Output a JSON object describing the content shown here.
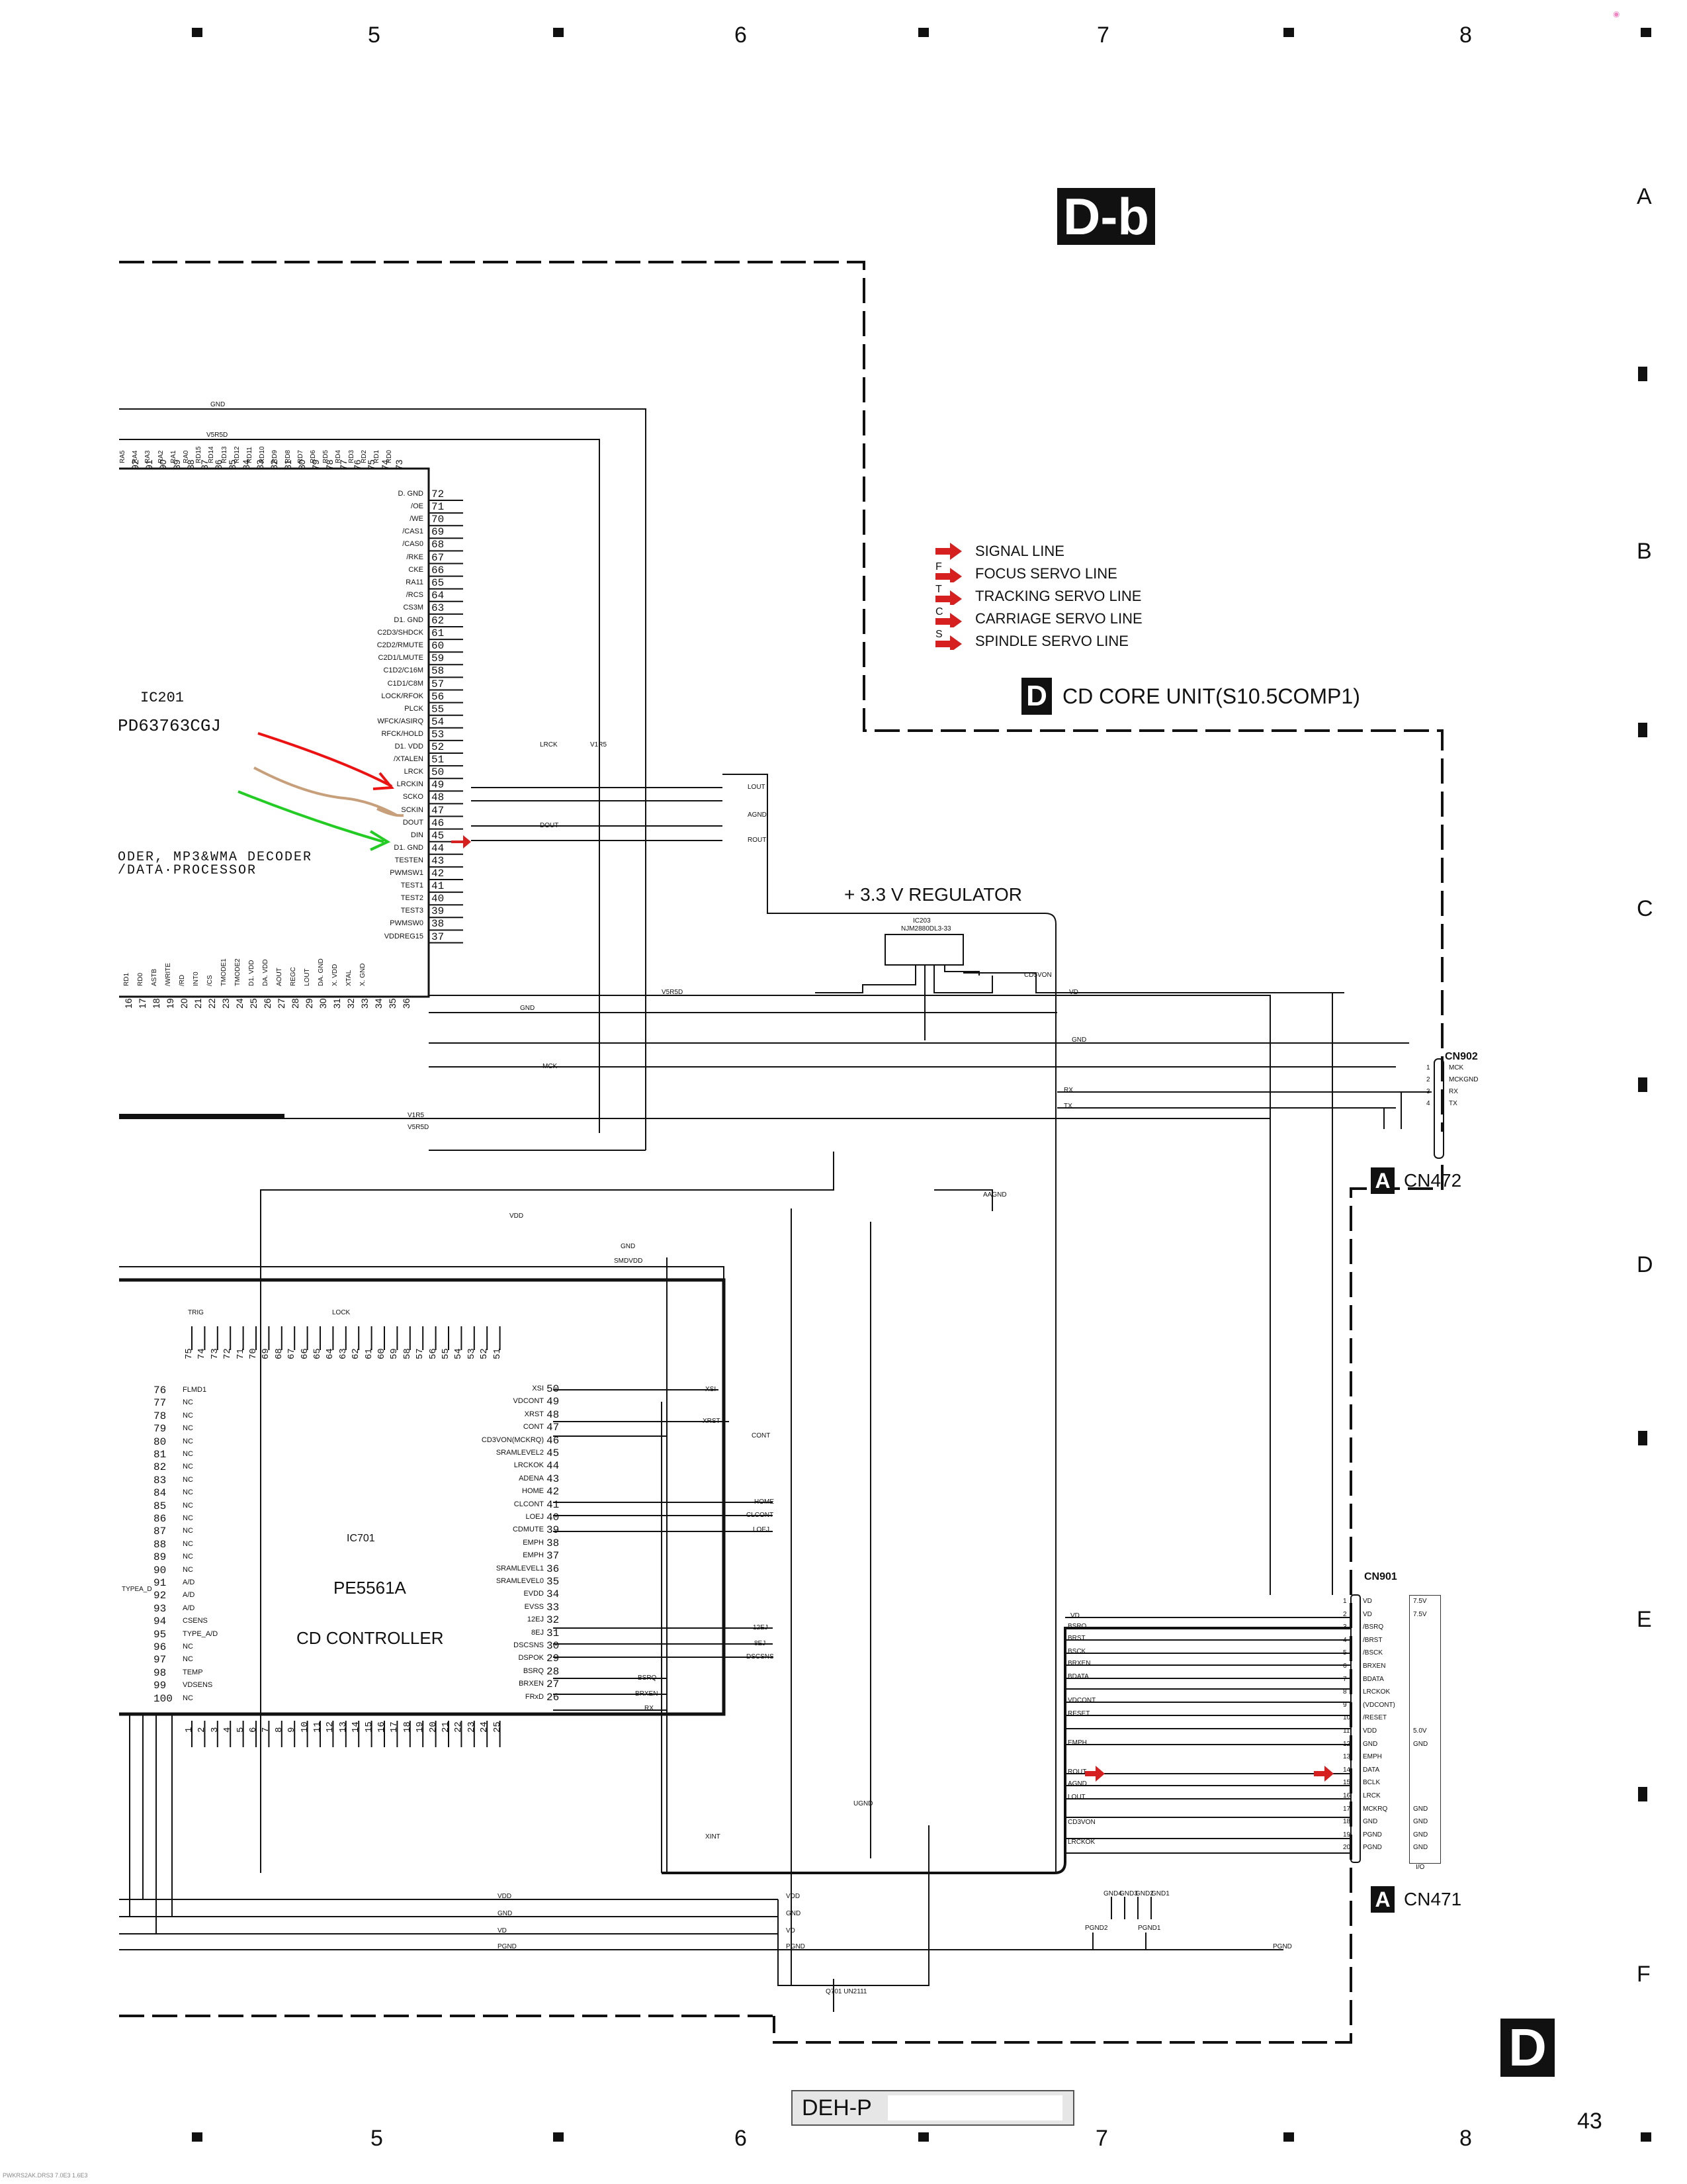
{
  "header": {
    "column_numbers": [
      "5",
      "6",
      "7",
      "8"
    ],
    "row_letters": [
      "A",
      "B",
      "C",
      "D",
      "E",
      "F"
    ]
  },
  "diagram_badge": "D-b",
  "unit": {
    "letter": "D",
    "title": "CD CORE UNIT(S10.5COMP1)"
  },
  "legend": [
    {
      "letter": "",
      "text": "SIGNAL LINE",
      "color": "#d62020"
    },
    {
      "letter": "F",
      "text": "FOCUS SERVO LINE",
      "color": "#d62020"
    },
    {
      "letter": "T",
      "text": "TRACKING SERVO LINE",
      "color": "#d62020"
    },
    {
      "letter": "C",
      "text": "CARRIAGE SERVO LINE",
      "color": "#d62020"
    },
    {
      "letter": "S",
      "text": "SPINDLE SERVO LINE",
      "color": "#d62020"
    }
  ],
  "ic201": {
    "ref": "IC201",
    "part": "PD63763CGJ",
    "function1": "ODER, MP3&WMA DECODER",
    "function2": "/DATA·PROCESSOR",
    "pins_right": [
      {
        "num": "72",
        "label": "D. GND"
      },
      {
        "num": "71",
        "label": "/OE"
      },
      {
        "num": "70",
        "label": "/WE"
      },
      {
        "num": "69",
        "label": "/CAS1"
      },
      {
        "num": "68",
        "label": "/CAS0"
      },
      {
        "num": "67",
        "label": "/RKE"
      },
      {
        "num": "66",
        "label": "CKE"
      },
      {
        "num": "65",
        "label": "RA11"
      },
      {
        "num": "64",
        "label": "/RCS"
      },
      {
        "num": "63",
        "label": "CS3M"
      },
      {
        "num": "62",
        "label": "D1. GND"
      },
      {
        "num": "61",
        "label": "C2D3/SHDCK"
      },
      {
        "num": "60",
        "label": "C2D2/RMUTE"
      },
      {
        "num": "59",
        "label": "C2D1/LMUTE"
      },
      {
        "num": "58",
        "label": "C1D2/C16M"
      },
      {
        "num": "57",
        "label": "C1D1/C8M"
      },
      {
        "num": "56",
        "label": "LOCK/RFOK"
      },
      {
        "num": "55",
        "label": "PLCK"
      },
      {
        "num": "54",
        "label": "WFCK/ASIRQ"
      },
      {
        "num": "53",
        "label": "RFCK/HOLD"
      },
      {
        "num": "52",
        "label": "D1. VDD"
      },
      {
        "num": "51",
        "label": "/XTALEN"
      },
      {
        "num": "50",
        "label": "LRCK"
      },
      {
        "num": "49",
        "label": "LRCKIN"
      },
      {
        "num": "48",
        "label": "SCKO"
      },
      {
        "num": "47",
        "label": "SCKIN"
      },
      {
        "num": "46",
        "label": "DOUT"
      },
      {
        "num": "45",
        "label": "DIN"
      },
      {
        "num": "44",
        "label": "D1. GND"
      },
      {
        "num": "43",
        "label": "TESTEN"
      },
      {
        "num": "42",
        "label": "PWMSW1"
      },
      {
        "num": "41",
        "label": "TEST1"
      },
      {
        "num": "40",
        "label": "TEST2"
      },
      {
        "num": "39",
        "label": "TEST3"
      },
      {
        "num": "38",
        "label": "PWMSW0"
      },
      {
        "num": "37",
        "label": "VDDREG15"
      }
    ],
    "pins_top": [
      "RA5",
      "RA4",
      "RA3",
      "RA2",
      "RA1",
      "RA0",
      "RD15",
      "RD14",
      "RD13",
      "RD12",
      "RD11",
      "RD10",
      "RD9",
      "RD8",
      "RD7",
      "RD6",
      "RD5",
      "RD4",
      "RD3",
      "RD2",
      "RD1",
      "RD0"
    ],
    "pins_top_nums": [
      "92",
      "91",
      "90",
      "89",
      "88",
      "87",
      "86",
      "85",
      "84",
      "83",
      "82",
      "81",
      "80",
      "79",
      "78",
      "77",
      "76",
      "75",
      "74",
      "73"
    ],
    "pins_bottom": [
      "RD1",
      "RD0",
      "ASTB",
      "/WRITE",
      "/RD",
      "INT0",
      "/CS",
      "TMODE1",
      "TMODE2",
      "D1. VDD",
      "DA. VDD",
      "AOUT",
      "REGC",
      "LOUT",
      "DA. GND",
      "X. VDD",
      "XTAL",
      "X. GND"
    ],
    "pins_bottom_nums": [
      "16",
      "17",
      "18",
      "19",
      "20",
      "21",
      "22",
      "23",
      "24",
      "25",
      "26",
      "27",
      "28",
      "29",
      "30",
      "31",
      "32",
      "33",
      "34",
      "35",
      "36"
    ]
  },
  "ic701": {
    "ref": "IC701",
    "part": "PE5561A",
    "function": "CD CONTROLLER",
    "pins_right": [
      {
        "num": "50",
        "label": "XSI"
      },
      {
        "num": "49",
        "label": "VDCONT"
      },
      {
        "num": "48",
        "label": "XRST"
      },
      {
        "num": "47",
        "label": "CONT"
      },
      {
        "num": "46",
        "label": "CD3VON(MCKRQ)"
      },
      {
        "num": "45",
        "label": "SRAMLEVEL2"
      },
      {
        "num": "44",
        "label": "LRCKOK"
      },
      {
        "num": "43",
        "label": "ADENA"
      },
      {
        "num": "42",
        "label": "HOME"
      },
      {
        "num": "41",
        "label": "CLCONT"
      },
      {
        "num": "40",
        "label": "LOEJ"
      },
      {
        "num": "39",
        "label": "CDMUTE"
      },
      {
        "num": "38",
        "label": "EMPH"
      },
      {
        "num": "37",
        "label": "EMPH"
      },
      {
        "num": "36",
        "label": "SRAMLEVEL1"
      },
      {
        "num": "35",
        "label": "SRAMLEVEL0"
      },
      {
        "num": "34",
        "label": "EVDD"
      },
      {
        "num": "33",
        "label": "EVSS"
      },
      {
        "num": "32",
        "label": "12EJ"
      },
      {
        "num": "31",
        "label": "8EJ"
      },
      {
        "num": "30",
        "label": "DSCSNS"
      },
      {
        "num": "29",
        "label": "DSPOK"
      },
      {
        "num": "28",
        "label": "BSRQ"
      },
      {
        "num": "27",
        "label": "BRXEN"
      },
      {
        "num": "26",
        "label": "FRxD"
      }
    ],
    "pins_left": [
      {
        "num": "76",
        "label": "FLMD1"
      },
      {
        "num": "77",
        "label": "NC"
      },
      {
        "num": "78",
        "label": "NC"
      },
      {
        "num": "79",
        "label": "NC"
      },
      {
        "num": "80",
        "label": "NC"
      },
      {
        "num": "81",
        "label": "NC"
      },
      {
        "num": "82",
        "label": "NC"
      },
      {
        "num": "83",
        "label": "NC"
      },
      {
        "num": "84",
        "label": "NC"
      },
      {
        "num": "85",
        "label": "NC"
      },
      {
        "num": "86",
        "label": "NC"
      },
      {
        "num": "87",
        "label": "NC"
      },
      {
        "num": "88",
        "label": "NC"
      },
      {
        "num": "89",
        "label": "NC"
      },
      {
        "num": "90",
        "label": "NC"
      },
      {
        "num": "91",
        "label": "A/D"
      },
      {
        "num": "92",
        "label": "A/D"
      },
      {
        "num": "93",
        "label": "A/D"
      },
      {
        "num": "94",
        "label": "CSENS"
      },
      {
        "num": "95",
        "label": "TYPE_A/D"
      },
      {
        "num": "96",
        "label": "NC"
      },
      {
        "num": "97",
        "label": "NC"
      },
      {
        "num": "98",
        "label": "TEMP"
      },
      {
        "num": "99",
        "label": "VDSENS"
      },
      {
        "num": "100",
        "label": "NC"
      }
    ],
    "pins_top_nums": [
      "75",
      "74",
      "73",
      "72",
      "71",
      "70",
      "69",
      "68",
      "67",
      "66",
      "65",
      "64",
      "63",
      "62",
      "61",
      "60",
      "59",
      "58",
      "57",
      "56",
      "55",
      "54",
      "53",
      "52",
      "51"
    ],
    "pins_bottom_nums": [
      "1",
      "2",
      "3",
      "4",
      "5",
      "6",
      "7",
      "8",
      "9",
      "10",
      "11",
      "12",
      "13",
      "14",
      "15",
      "16",
      "17",
      "18",
      "19",
      "20",
      "21",
      "22",
      "23",
      "24",
      "25"
    ]
  },
  "regulator": {
    "title": "+ 3.3 V REGULATOR",
    "ref": "IC203",
    "part": "NJM2880DL3-33"
  },
  "cn902": {
    "ref": "CN902",
    "pins": [
      {
        "num": "1",
        "label": "MCK"
      },
      {
        "num": "2",
        "label": "MCKGND"
      },
      {
        "num": "3",
        "label": "RX"
      },
      {
        "num": "4",
        "label": "TX"
      }
    ],
    "connects_to_letter": "A",
    "connects_to": "CN472"
  },
  "cn901": {
    "ref": "CN901",
    "pins": [
      {
        "num": "1",
        "label": "VD"
      },
      {
        "num": "2",
        "label": "VD"
      },
      {
        "num": "3",
        "label": "/BSRQ"
      },
      {
        "num": "4",
        "label": "/BRST"
      },
      {
        "num": "5",
        "label": "/BSCK"
      },
      {
        "num": "6",
        "label": "BRXEN"
      },
      {
        "num": "7",
        "label": "BDATA"
      },
      {
        "num": "8",
        "label": "LRCKOK"
      },
      {
        "num": "9",
        "label": "(VDCONT)"
      },
      {
        "num": "10",
        "label": "/RESET"
      },
      {
        "num": "11",
        "label": "VDD"
      },
      {
        "num": "12",
        "label": "GND"
      },
      {
        "num": "13",
        "label": "EMPH"
      },
      {
        "num": "14",
        "label": "DATA"
      },
      {
        "num": "15",
        "label": "BCLK"
      },
      {
        "num": "16",
        "label": "LRCK"
      },
      {
        "num": "17",
        "label": "MCKRQ"
      },
      {
        "num": "18",
        "label": "GND"
      },
      {
        "num": "19",
        "label": "PGND"
      },
      {
        "num": "20",
        "label": "PGND"
      }
    ],
    "levels": [
      "7.5V",
      "7.5V",
      "",
      "",
      "",
      "",
      "",
      "",
      "",
      "",
      "5.0V",
      "GND",
      "",
      "",
      "",
      "",
      "GND",
      "GND",
      "GND",
      "GND"
    ],
    "io_label": "I/O",
    "connects_to_letter": "A",
    "connects_to": "CN471"
  },
  "nets": {
    "gnd": "GND",
    "v5r5d": "V5R5D",
    "v1r5": "V1R5",
    "vdd": "VDD",
    "vd": "VD",
    "smdvdd": "SMDVDD",
    "aagnd": "AAGND",
    "mck": "MCK",
    "rx": "RX",
    "tx": "TX",
    "pgnd": "PGND",
    "cd5von": "CD5VON",
    "lrck": "LRCK",
    "lout": "LOUT",
    "rout": "ROUT",
    "agnd": "AGND",
    "dout": "DOUT",
    "xsi": "XSI",
    "xrst": "XRST",
    "cont": "CONT",
    "home": "HOME",
    "clcont": "CLCONT",
    "loej": "LOEJ",
    "e12j": "12EJ",
    "e8j": "8EJ",
    "dscsns": "DSCSNS",
    "bsrq": "BSRQ",
    "brxen": "BRXEN",
    "rx2": "RX",
    "xint": "XINT",
    "trig": "TRIG",
    "lock": "LOCK",
    "type_a_d": "TYPEA_D",
    "ugnd": "UGND",
    "q701": "Q701  UN2111",
    "brst": "BRST",
    "bsck": "BSCK",
    "bdata": "BDATA",
    "vdcont": "VDCONT",
    "reset": "RESET",
    "emph": "EMPH",
    "lrckok": "LRCKOK",
    "cd3von": "CD3VON",
    "gnd04": "GND4",
    "gnd03": "GND3",
    "gnd02": "GND2",
    "gnd01": "GND1",
    "pgnd02": "PGND2",
    "pgnd01": "PGND1"
  },
  "footer": {
    "model_prefix": "DEH-P",
    "page_number": "43",
    "file_tag": "PWKRS2AK.DRS3  7.0E3 1.6E3 "
  }
}
